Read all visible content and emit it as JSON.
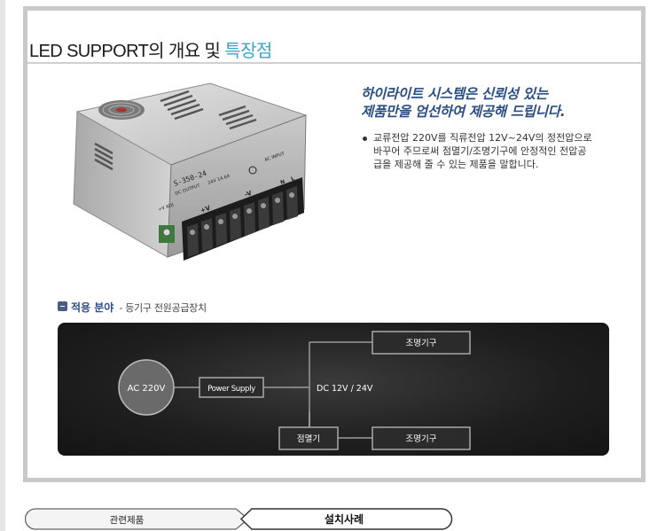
{
  "section": {
    "title_main": "LED SUPPORT의 개요 및 ",
    "title_accent": "특장점",
    "accent_color": "#3aa5c4"
  },
  "product": {
    "model_label": "S-350-24",
    "output_label": "DC OUTPUT",
    "rating_label": "24V  14.6A",
    "input_label": "AC INPUT",
    "adj_label": "+V ADJ",
    "terminal_pos": "+V",
    "terminal_neg": "-V",
    "terminal_n": "N",
    "terminal_l": "L"
  },
  "headline": {
    "line1": "하이라이트 시스템은 신뢰성 있는",
    "line2": "제품만을 엄선하여 제공해 드립니다."
  },
  "description": "교류전압 220V를 직류전압 12V~24V의 정전압으로 바꾸어 주므로써 점멸기/조명기구에 안정적인 전압공급을 제공해 줄 수 있는 제품을 말합니다.",
  "application": {
    "label": "적용 분야",
    "value": "- 등기구 전원공급장치"
  },
  "diagram": {
    "source": "AC 220V",
    "converter": "Power Supply",
    "output": "DC 12V / 24V",
    "dimmer": "점멸기",
    "fixture_top": "조명기구",
    "fixture_bottom": "조명기구"
  },
  "tabs": [
    {
      "label": "관련제품",
      "active": false
    },
    {
      "label": "설치사례",
      "active": true
    }
  ]
}
